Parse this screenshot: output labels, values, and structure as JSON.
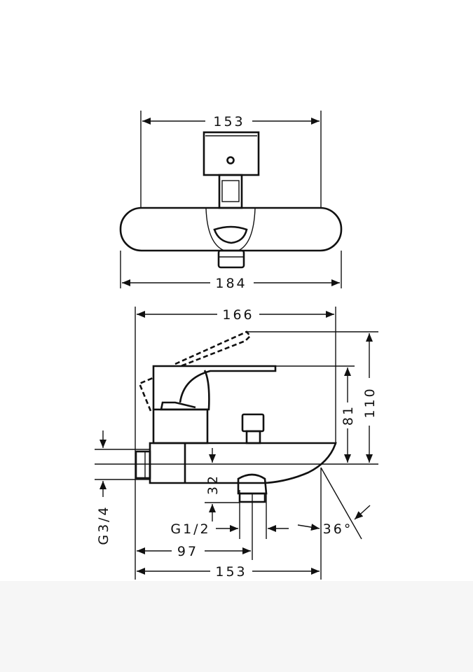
{
  "top_view": {
    "dims": {
      "width_upper": "153",
      "width_lower": "184"
    }
  },
  "side_view": {
    "dims": {
      "overall_length": "166",
      "height_total": "110",
      "height_lever": "81",
      "inlet_thread": "G3/4",
      "outlet_drop": "32",
      "outlet_thread": "G1/2",
      "outlet_pos": "97",
      "spout_length": "153",
      "spout_angle": "36°"
    }
  },
  "colors": {
    "line": "#111111",
    "background": "#ffffff",
    "band": "#f6f6f6"
  }
}
